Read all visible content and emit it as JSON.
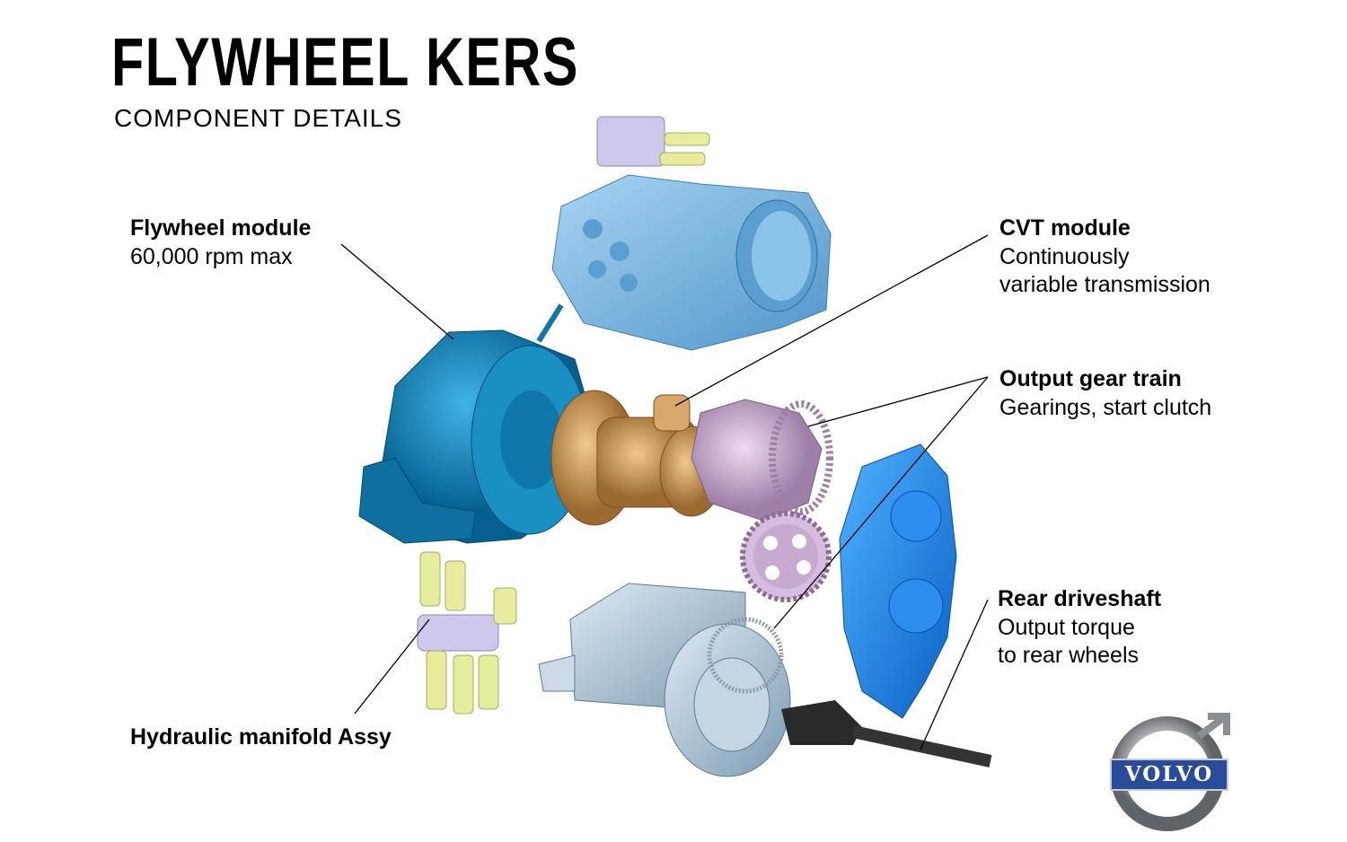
{
  "header": {
    "title": "FLYWHEEL KERS",
    "subtitle": "COMPONENT DETAILS"
  },
  "labels": {
    "flywheel": {
      "name": "Flywheel module",
      "detail": "60,000 rpm max"
    },
    "cvt": {
      "name": "CVT module",
      "detail_1": "Continuously",
      "detail_2": "variable transmission"
    },
    "gear_train": {
      "name": "Output gear train",
      "detail": "Gearings, start clutch"
    },
    "driveshaft": {
      "name": "Rear driveshaft",
      "detail_1": "Output torque",
      "detail_2": "to rear wheels"
    },
    "hydraulic": {
      "name": "Hydraulic manifold Assy"
    }
  },
  "logo": {
    "text": "VOLVO"
  },
  "colors": {
    "flywheel": "#0b7fb6",
    "housing": "#7db8e2",
    "cvt": "#c9965c",
    "gear_train": "#c8a9cf",
    "cover": "#1b84ea",
    "diff": "#a8c4d8",
    "manifold": "#e6eb9e",
    "logo_blue": "#2a4a9a"
  }
}
